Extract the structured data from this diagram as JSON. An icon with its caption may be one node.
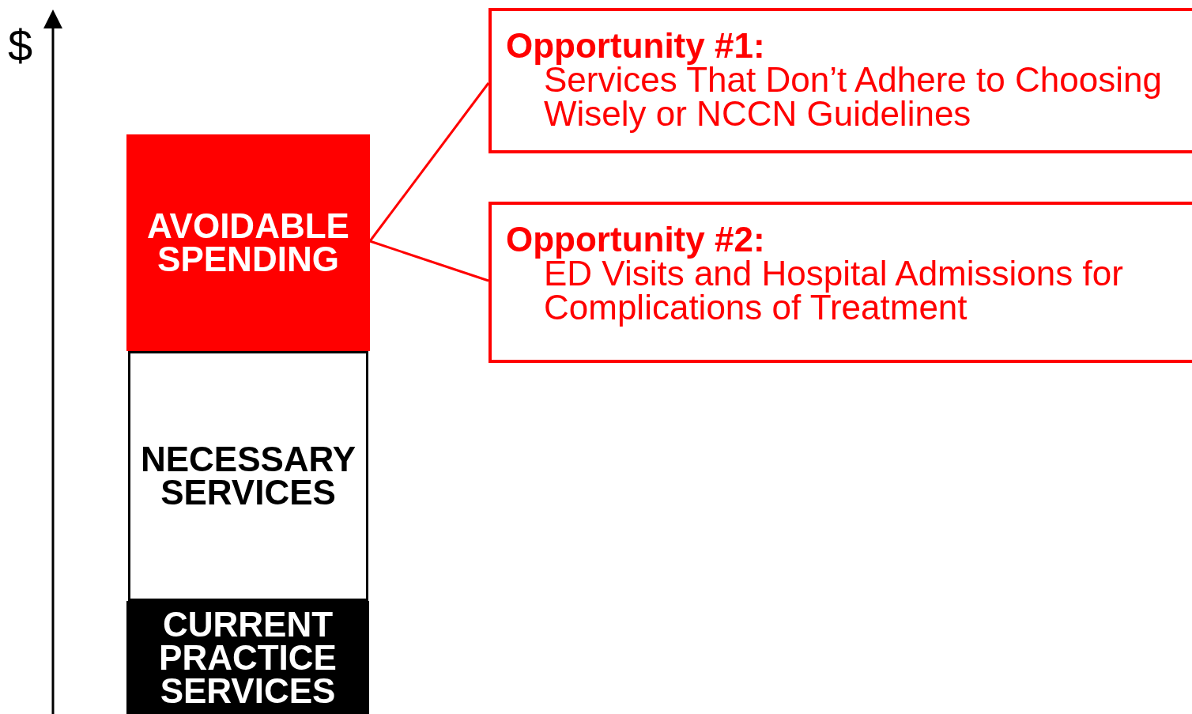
{
  "diagram": {
    "nodes": [
      {
        "text": [
          "AVOIDABLE SPENDING"
        ]
      },
      {
        "text": [
          "NECESSARY SERVICES"
        ]
      },
      {
        "text": [
          "CURRENT PRACTICE SERVICES"
        ]
      },
      {
        "text": [
          "Opportunity #1:",
          "Services That Don’t Adhere to Choosing Wisely or NCCN Guidelines"
        ]
      },
      {
        "text": [
          "Opportunity #2:",
          "ED Visits and Hospital Admissions for Complications of Treatment"
        ]
      }
    ],
    "edges": [
      {
        "from": 0,
        "to": 3,
        "arrow": "none"
      },
      {
        "from": 0,
        "to": 4,
        "arrow": "none"
      }
    ],
    "labels": [
      "$"
    ]
  }
}
